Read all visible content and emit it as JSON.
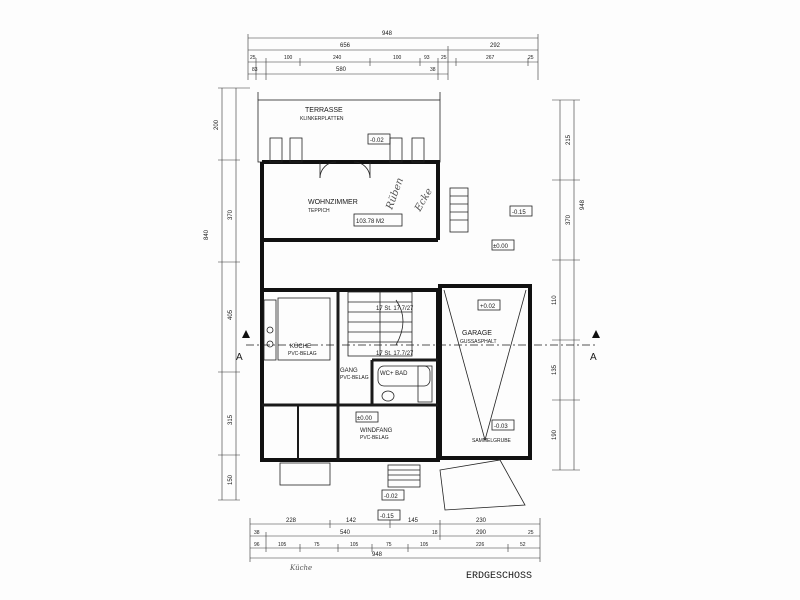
{
  "plan_title": "ERDGESCHOSS",
  "section_marker": "A",
  "top_dims": {
    "total": "948",
    "row1": [
      "656",
      "292"
    ],
    "row2": [
      "25",
      "100",
      "240",
      "100",
      "93",
      "25",
      "267",
      "25"
    ],
    "row2b": [
      "83",
      "580",
      "38"
    ]
  },
  "bottom_dims": {
    "row1": [
      "228",
      "142",
      "145",
      "230"
    ],
    "row2": [
      "38",
      "540",
      "18",
      "290",
      "25"
    ],
    "row3": [
      "96",
      "105",
      "75",
      "105",
      "75",
      "105",
      "226",
      "52"
    ],
    "total": "948"
  },
  "left_dims": [
    "200",
    "370",
    "405",
    "315",
    "150"
  ],
  "left_total": "840",
  "right_dims": [
    "215",
    "370",
    "110",
    "135",
    "190"
  ],
  "right_total": "948",
  "rooms": {
    "terrasse": {
      "name": "TERRASSE",
      "sub": "KLINKERPLATTEN",
      "level": "-0.02"
    },
    "wohnzimmer": {
      "name": "WOHNZIMMER",
      "sub": "TEPPICH",
      "area": "103.78 M2"
    },
    "kueche": {
      "name": "KÜCHE",
      "sub": "PVC-BELAG"
    },
    "gang": {
      "name": "GANG",
      "sub": "PVC-BELAG"
    },
    "wc_bad": {
      "name": "WC+ BAD"
    },
    "windfang": {
      "name": "WINDFANG",
      "sub": "PVC-BELAG",
      "level": "±0.00"
    },
    "garage": {
      "name": "GARAGE",
      "sub": "GUSSASPHALT",
      "level": "+0.02"
    },
    "sammelgrube": {
      "name": "SAMMELGRUBE",
      "level": "-0.03"
    }
  },
  "levels": {
    "terrace_right": "-0.15",
    "outdoor_right": "±0.00",
    "entry": "-0.02",
    "bottom": "-0.15"
  },
  "stair_label": "17 St. 17.7/27",
  "stair_label2": "17 St. 17.7/27",
  "handnotes": [
    "Rüben",
    "Ecke",
    "Küche"
  ]
}
